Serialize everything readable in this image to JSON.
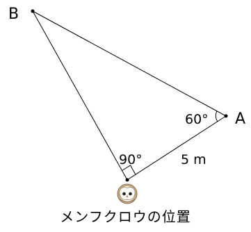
{
  "diagram": {
    "points": {
      "A": "A",
      "B": "B"
    },
    "angles": {
      "at_A": "60°",
      "at_owl": "90°"
    },
    "side_length": "5 m",
    "owl_caption": "メンフクロウの位置",
    "owl_icon": "barn-owl-face-icon",
    "colors": {
      "line": "#000000",
      "owl_face": "#f4f0e8",
      "owl_rim": "#b79a7a"
    }
  }
}
